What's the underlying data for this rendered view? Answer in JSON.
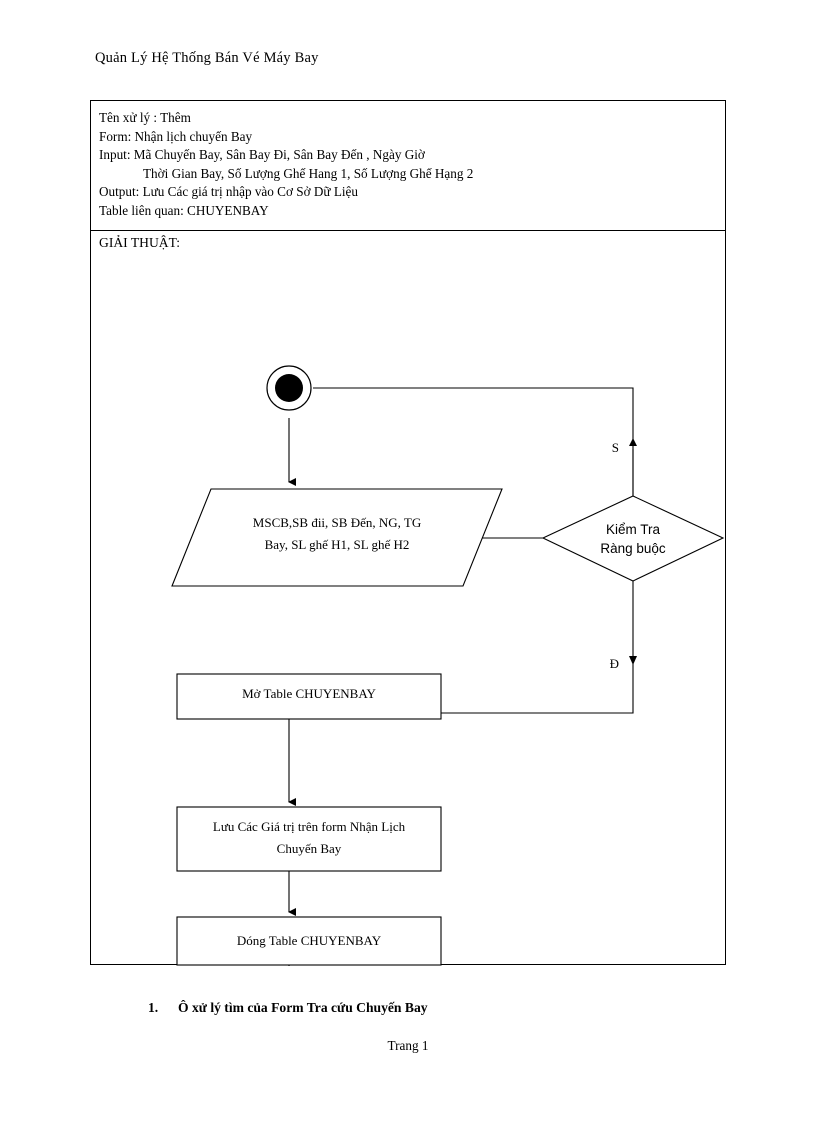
{
  "document": {
    "title": "Quản Lý Hệ Thống Bán Vé Máy Bay",
    "page_footer": "Trang 1"
  },
  "spec": {
    "lines": [
      "Tên xử lý : Thêm",
      "Form: Nhận lịch chuyến Bay",
      "Input: Mã Chuyến Bay, Sân Bay Đi, Sân Bay Đến , Ngày Giờ",
      "Thời Gian Bay, Số Lượng Ghế Hang 1, Số Lượng Ghế Hạng 2",
      "Output: Lưu Các giá trị nhập vào Cơ Sở Dữ Liệu",
      "Table liên quan: CHUYENBAY"
    ],
    "algorithm_label": "GIẢI THUẬT:"
  },
  "flowchart": {
    "start_node": "start",
    "end_node": "end",
    "input_node": {
      "line1": "MSCB,SB đii,  SB Đến, NG, TG",
      "line2": "Bay, SL ghế H1, SL ghế H2"
    },
    "decision_node": {
      "line1": "Kiểm Tra",
      "line2": "Ràng buộc"
    },
    "edge_labels": {
      "false_branch": "S",
      "true_branch": "Đ"
    },
    "process_nodes": [
      {
        "line1": "Mở Table CHUYENBAY",
        "line2": ""
      },
      {
        "line1": "Lưu Các Giá trị trên form Nhận Lịch",
        "line2": "Chuyến Bay"
      },
      {
        "line1": "Dóng Table CHUYENBAY",
        "line2": ""
      }
    ]
  },
  "caption": {
    "number": "1.",
    "text": "Ô xử lý tìm của Form Tra cứu Chuyến Bay"
  },
  "colors": {
    "ink": "#000000",
    "paper": "#ffffff"
  }
}
